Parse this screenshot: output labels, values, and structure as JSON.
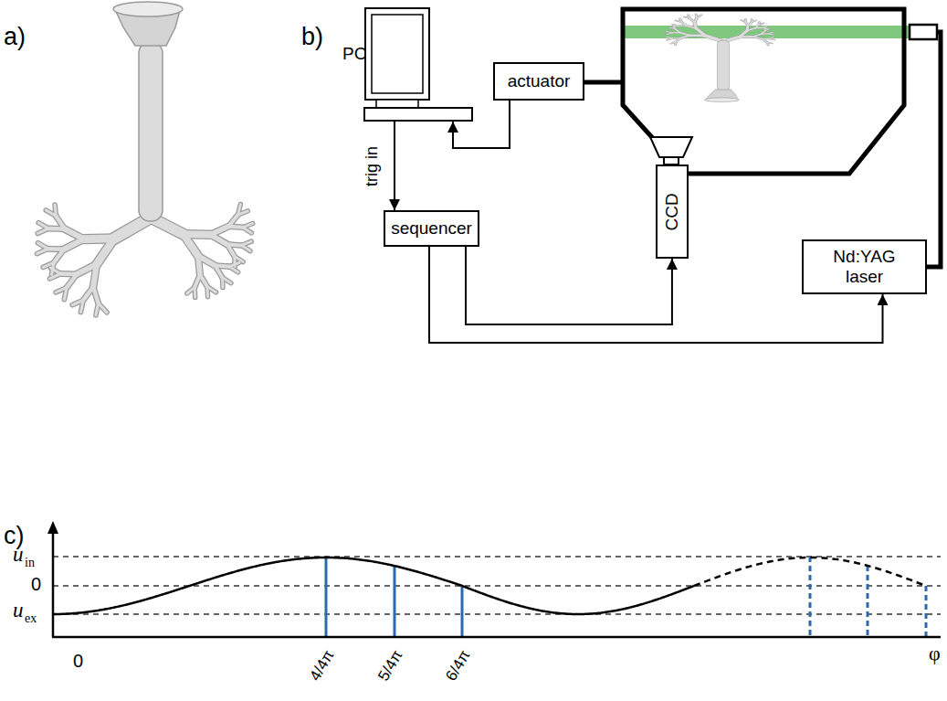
{
  "diagram": {
    "nodes": [
      {
        "text": [
          "PC"
        ]
      },
      {
        "text": [
          "actuator"
        ]
      },
      {
        "text": [
          "sequencer"
        ]
      },
      {
        "text": [
          "CCD"
        ]
      },
      {
        "text": [
          "Nd:YAG laser"
        ]
      }
    ],
    "edges": [
      {
        "from": 1,
        "to": 0,
        "arrow": "to"
      },
      {
        "from": 0,
        "to": 2,
        "label": "trig in",
        "arrow": "to"
      },
      {
        "from": 2,
        "to": 3,
        "arrow": "to"
      },
      {
        "from": 2,
        "to": 4,
        "arrow": "to"
      }
    ],
    "labels": [
      "a)",
      "b)",
      "c)",
      "u",
      "in",
      "0",
      "u",
      "ex",
      "4/4π",
      "5/4π",
      "6/4π",
      "0",
      "φ"
    ]
  }
}
